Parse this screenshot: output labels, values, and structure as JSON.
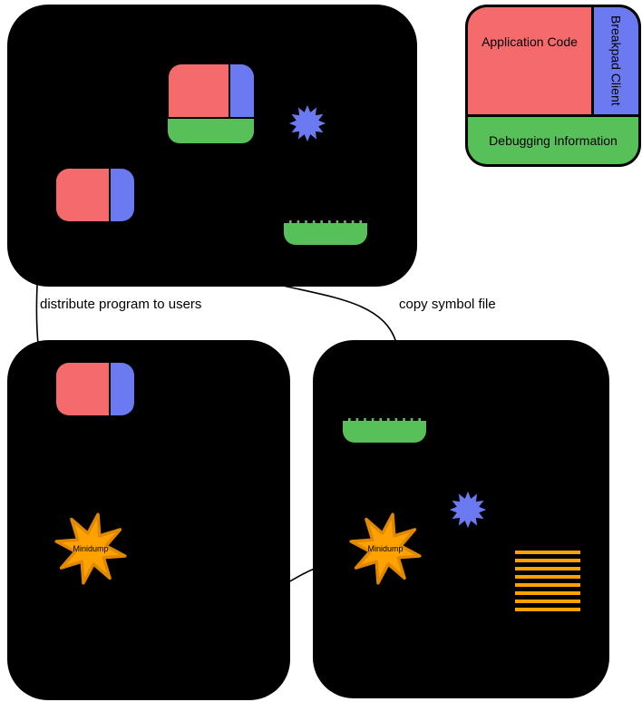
{
  "colors": {
    "app_code_red": "#f56b6b",
    "breakpad_client_blue": "#6b7af0",
    "debug_info_green": "#57c058",
    "minidump_orange": "#ffa200",
    "minidump_outline": "#e08900",
    "machine_box_black": "#000000",
    "connector_black": "#000000"
  },
  "legend": {
    "application_code": "Application Code",
    "breakpad_client": "Breakpad Client",
    "debugging_information": "Debugging Information"
  },
  "edges": {
    "distribute": "distribute program to users",
    "copy": "copy symbol file"
  },
  "minidump": {
    "user_label": "Minidump",
    "collector_label": "Minidump"
  }
}
